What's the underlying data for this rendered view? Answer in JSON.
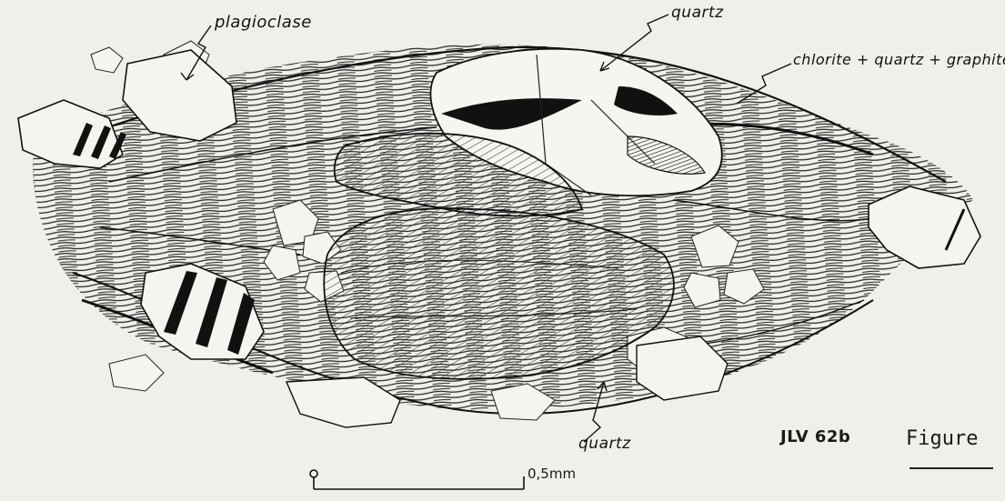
{
  "labels": {
    "plagioclase": "plagioclase",
    "quartz_top": "quartz",
    "chlorite": "chlorite + quartz + graphite",
    "quartz_bottom": "quartz"
  },
  "sample_id": "JLV 62b",
  "figure_word": "Figure",
  "scale_bar": {
    "label": "0,5mm"
  },
  "colors": {
    "paper": "#f1efe9",
    "ink": "#111111"
  }
}
